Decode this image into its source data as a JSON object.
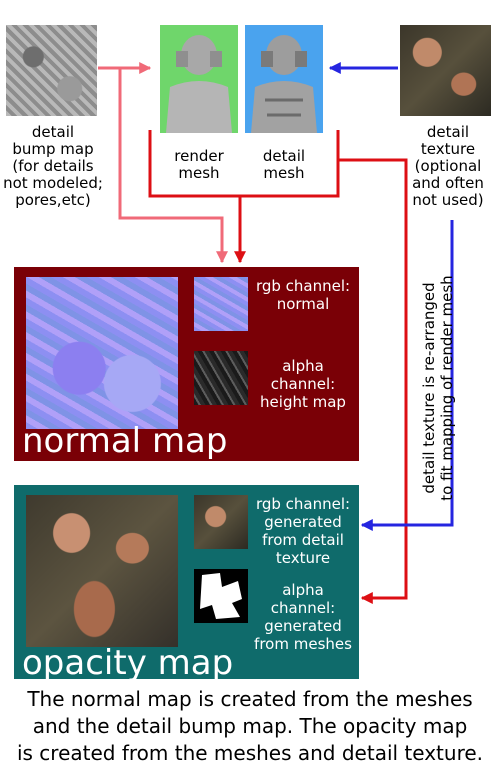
{
  "labels": {
    "detail_bump_map": "detail\nbump map\n(for details\nnot modeled;\npores,etc)",
    "render_mesh": "render\nmesh",
    "detail_mesh": "detail\nmesh",
    "detail_texture": "detail\ntexture\n(optional\nand often\nnot used)"
  },
  "normal_panel": {
    "title": "normal map",
    "rgb_label": "rgb channel:\nnormal",
    "alpha_label": "alpha\nchannel:\nheight map"
  },
  "opacity_panel": {
    "title": "opacity map",
    "rgb_label": "rgb channel:\ngenerated\nfrom detail\ntexture",
    "alpha_label": "alpha\nchannel:\ngenerated\nfrom meshes"
  },
  "side_note": "detail texture is re-arranged\nto fit mapping of render mesh",
  "caption": "The normal map is created from the meshes\n and the detail bump map. The opacity map\n is created from the meshes and detail texture.",
  "colors": {
    "pink_arrow": "#f06a78",
    "red_arrow": "#dd0f14",
    "blue_arrow": "#2525e0",
    "normal_panel": "#7a0006",
    "opacity_panel": "#0f6b6b",
    "render_bg": "#6fd66b",
    "detail_bg": "#4aa3ee"
  }
}
